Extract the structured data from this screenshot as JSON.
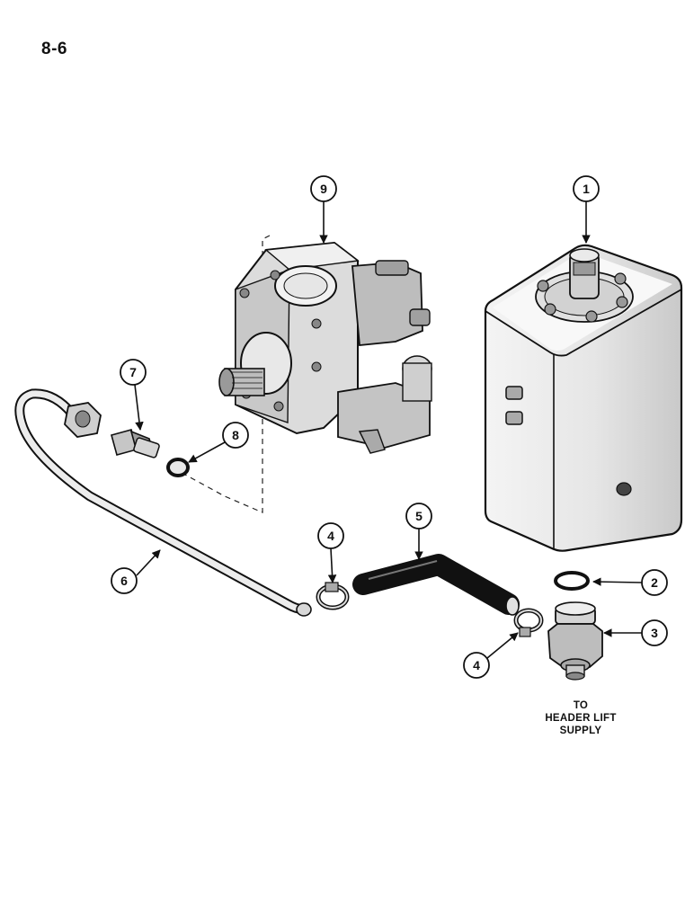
{
  "page_number": "8-6",
  "caption": [
    "TO",
    "HEADER LIFT",
    "SUPPLY"
  ],
  "callouts": {
    "tank": "1",
    "o_ring": "2",
    "fitting": "3",
    "clamp_upper": "4",
    "clamp_lower": "4",
    "hose": "5",
    "tube": "6",
    "connector": "7",
    "washer": "8",
    "pump": "9"
  }
}
